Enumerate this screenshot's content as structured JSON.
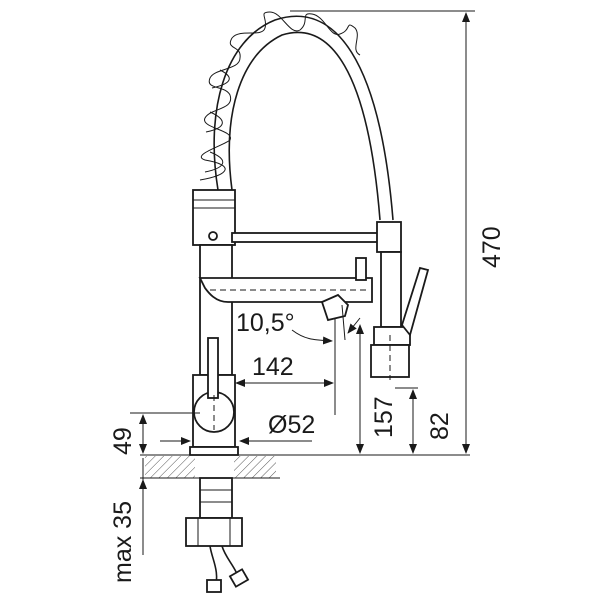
{
  "title": "Kitchen faucet with pull-out spring spout – dimension drawing",
  "dimensions": {
    "total_height": "470",
    "spout_angle": "10,5°",
    "spout_reach": "142",
    "base_diameter": "Ø52",
    "lever_height": "49",
    "spout_height": "157",
    "spray_head_height": "82",
    "max_counter_thickness": "max 35"
  },
  "colors": {
    "line": "#1a1a1a",
    "background": "#ffffff"
  }
}
